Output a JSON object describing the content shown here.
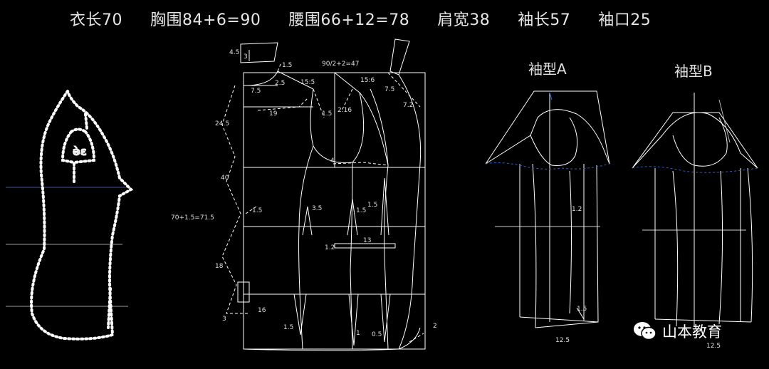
{
  "header": {
    "items": [
      "衣长70",
      "胸围84+6=90",
      "腰围66+12=78",
      "肩宽38",
      "袖长57",
      "袖口25"
    ]
  },
  "body_figure": {
    "mark": "ə̀ɛ"
  },
  "pattern": {
    "labels": [
      "4.5",
      "3",
      "1.5",
      "90/2+2=47",
      "7.5",
      "2.5",
      "15:5",
      "15:6",
      "7.5",
      "7.2",
      "19",
      "1.5",
      "2.16",
      "24.5",
      "4",
      "40",
      "3.5",
      "1.5",
      "1.5",
      "70+1.5=71.5",
      "1.5",
      "13",
      "1.2",
      "18",
      "3",
      "16",
      "1.5",
      "1",
      "0.5",
      "2"
    ]
  },
  "sleeve_a": {
    "title": "袖型A",
    "labels": [
      "1.2",
      "1.5",
      "12.5"
    ]
  },
  "sleeve_b": {
    "title": "袖型B",
    "labels": [
      "12.5"
    ]
  },
  "watermark": {
    "text": "山本教育",
    "icon": "wechat-icon"
  },
  "colors": {
    "background": "#000000",
    "lines": "#ffffff",
    "guides": "#3a5a9a",
    "dashed_curve": "#2f5fc8"
  }
}
